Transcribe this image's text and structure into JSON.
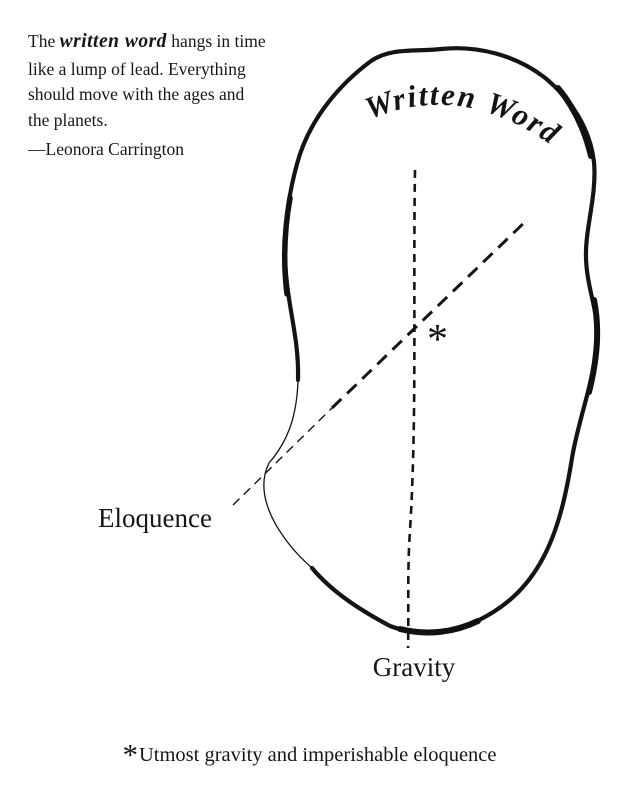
{
  "colors": {
    "ink": "#161616",
    "background": "#ffffff"
  },
  "quote": {
    "pre": "The ",
    "script_phrase": "written word",
    "post": " hangs in time like a lump of lead. Everything should move with the ages and the planets.",
    "attribution": "—Leonora Carrington"
  },
  "diagram": {
    "title": "Written Word",
    "asterisk_marker": "*",
    "axis_vertical_label": "Gravity",
    "axis_diagonal_label": "Eloquence"
  },
  "footnote": {
    "marker": "*",
    "text": "Utmost gravity and imperishable eloquence"
  }
}
